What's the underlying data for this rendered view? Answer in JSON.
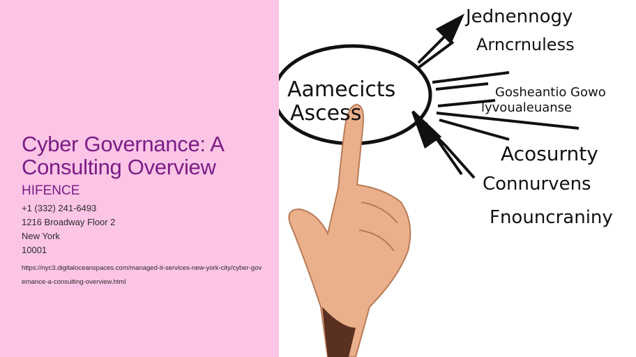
{
  "page": {
    "title": "Cyber Governance: A Consulting Overview",
    "brand": "HIFENCE",
    "phone": "+1 (332) 241-6493",
    "address_line": "1216 Broadway Floor 2",
    "city": "New York",
    "zip": "10001",
    "url": "https://nyc3.digitaloceanspaces.com/managed-it-services-new-york-city/cyber-governance-a-consulting-overview.html"
  },
  "image": {
    "center_label": [
      "Aamecicts",
      "Ascess"
    ],
    "branch_labels": [
      "Jednennogy",
      "Arncrnuless",
      "Gosheantio Gowo",
      "lyvoualeuanse",
      "Acosurnty",
      "Connurvens",
      "Fnouncraniny"
    ]
  },
  "colors": {
    "left_panel_bg": "#fcc5e6",
    "title_color": "#7a1d86",
    "text_color": "#2a2a2a"
  }
}
